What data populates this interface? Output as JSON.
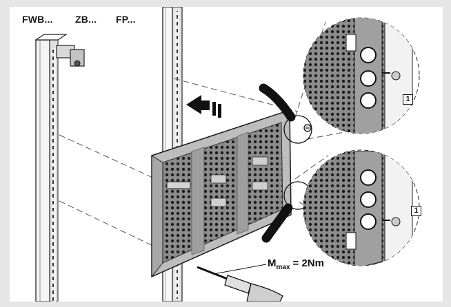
{
  "labels": {
    "product_codes": [
      "FWB...",
      "ZB...",
      "FP..."
    ],
    "torque_symbol": "M",
    "torque_subscript": "max",
    "torque_value": "= 2Nm",
    "callouts": [
      "1",
      "1"
    ]
  },
  "icons": [
    "screw-icon",
    "screwdriver-icon",
    "direction-arrow-icon",
    "detail-magnifier-circle"
  ],
  "colors": {
    "background": "#ffffff",
    "frame": "#e6e6e6",
    "lines": "#1a1a1a",
    "panel_gray": "#9a9a9a"
  }
}
